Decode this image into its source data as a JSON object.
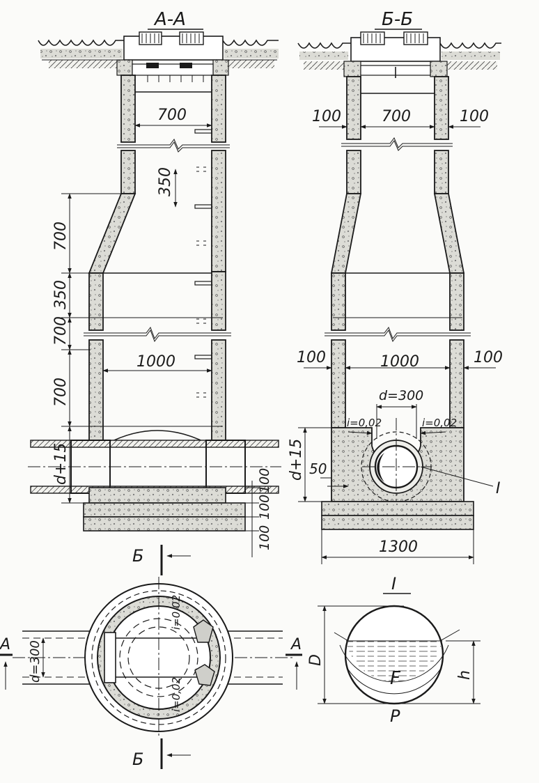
{
  "sections": {
    "aa_title": "А-А",
    "bb_title": "Б-Б",
    "detail_title": "I"
  },
  "section_aa": {
    "dim_neck_width": "700",
    "dim_step_spacing": "350",
    "dim_cone_height": "700",
    "dim_ring_350": "350",
    "dim_ring_700": "700",
    "dim_chamber_height": "700",
    "dim_chamber_width": "1000",
    "dim_pipe_zone": "d+15",
    "dim_base_1": "100",
    "dim_base_2": "100",
    "dim_base_3": "100"
  },
  "section_bb": {
    "dim_wall_left": "100",
    "dim_neck_width": "700",
    "dim_wall_right": "100",
    "dim_wall_left_2": "100",
    "dim_chamber_width": "1000",
    "dim_wall_right_2": "100",
    "dim_pipe_diameter": "d=300",
    "slope_left": "i=0,02",
    "slope_right": "i=0,02",
    "dim_pipe_zone": "d+15",
    "dim_50": "50",
    "callout": "I",
    "dim_base_width": "1300"
  },
  "plan": {
    "cut_b_top": "Б",
    "cut_b_bottom": "Б",
    "cut_a_left": "А",
    "cut_a_right": "А",
    "pipe_diameter": "d=300",
    "slope_top": "i=0,02",
    "slope_bottom": "i=0,02"
  },
  "detail": {
    "label_D": "D",
    "label_h": "h",
    "label_F": "F",
    "label_P": "P"
  },
  "colors": {
    "ink": "#1a1a1a",
    "concrete": "#dcdcd6",
    "paper": "#fbfbf9"
  }
}
